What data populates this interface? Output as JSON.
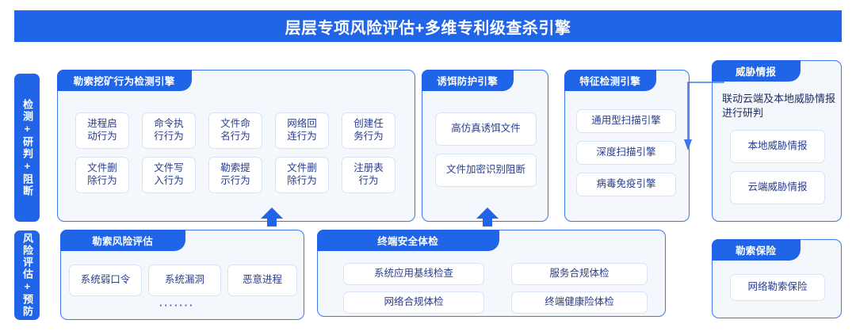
{
  "banner": {
    "title": "层层专项风险评估+多维专利级查杀引擎"
  },
  "side_labels": {
    "detection": "检测+研判+阻断",
    "risk": "风险评估+预防"
  },
  "panels": {
    "behavior_engine": {
      "title": "勒索挖矿行为检测引擎",
      "chips": [
        "进程启\n动行为",
        "命令执\n行行为",
        "文件命\n名行为",
        "网络回\n连行为",
        "创建任\n务行为",
        "文件删\n除行为",
        "文件写\n入行为",
        "勒索提\n示行为",
        "文件删\n除行为",
        "注册表\n行为"
      ]
    },
    "decoy_engine": {
      "title": "诱饵防护引擎",
      "chips": [
        "高仿真诱饵文件",
        "文件加密识别阻断"
      ]
    },
    "signature_engine": {
      "title": "特征检测引擎",
      "chips": [
        "通用型扫描引擎",
        "深度扫描引擎",
        "病毒免疫引擎"
      ]
    },
    "threat_intel": {
      "title": "威胁情报",
      "note": "联动云端及本地威胁情报进行研判",
      "chips": [
        "本地威胁情报",
        "云端威胁情报"
      ]
    },
    "risk_assessment": {
      "title": "勒索风险评估",
      "chips": [
        "系统弱口令",
        "系统漏洞",
        "恶意进程"
      ],
      "ellipsis": "·······"
    },
    "endpoint_checkup": {
      "title": "终端安全体检",
      "chips": [
        "系统应用基线检查",
        "服务合规体检",
        "网络合规体检",
        "终端健康险体检"
      ]
    },
    "insurance": {
      "title": "勒索保险",
      "chips": [
        "网络勒索保险"
      ]
    }
  },
  "colors": {
    "brand_blue": "#2064E8",
    "panel_border": "#3A78EC",
    "panel_bg": "#F4F7FC",
    "chip_border": "#D7E3F7",
    "chip_text": "#2A3C8C"
  }
}
